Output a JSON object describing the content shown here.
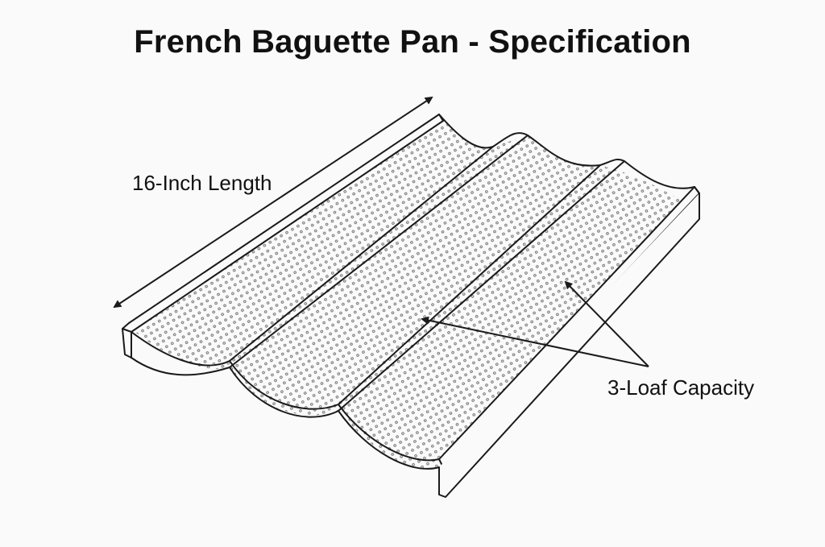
{
  "title": "French Baguette Pan - Specification",
  "labels": {
    "length": "16-Inch Length",
    "capacity": "3-Loaf Capacity"
  },
  "colors": {
    "background": "#fafafa",
    "line": "#1a1a1a",
    "perforation": "#6a6a6a"
  }
}
